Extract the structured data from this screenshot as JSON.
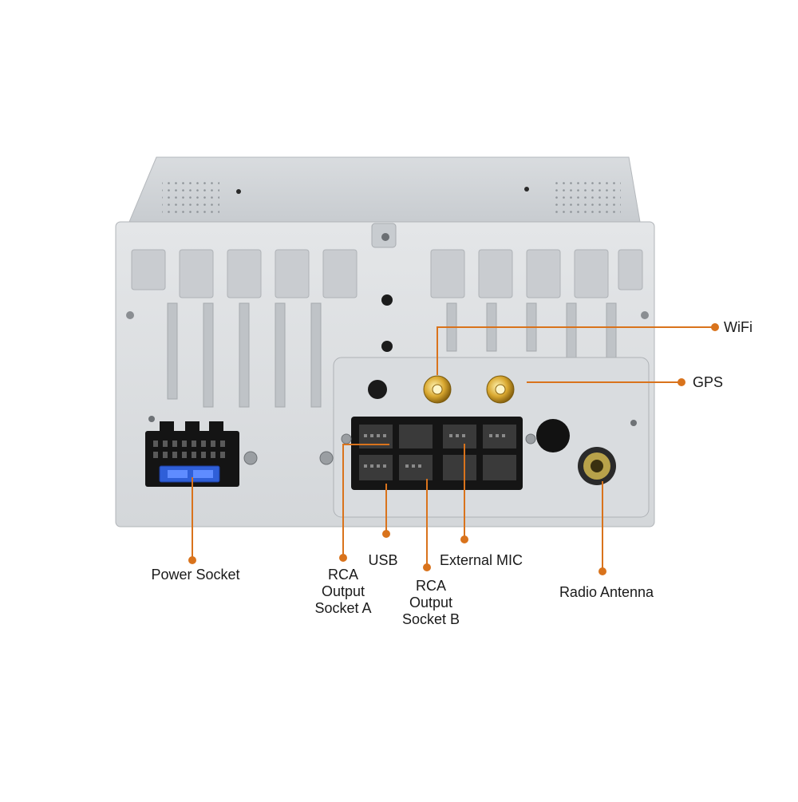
{
  "accent_color": "#d9731c",
  "callouts": {
    "wifi": "WiFi",
    "gps": "GPS",
    "power_socket": "Power Socket",
    "rca_a": "RCA\nOutput\nSocket A",
    "usb": "USB",
    "rca_b": "RCA\nOutput\nSocket B",
    "external_mic": "External MIC",
    "radio_antenna": "Radio Antenna"
  }
}
